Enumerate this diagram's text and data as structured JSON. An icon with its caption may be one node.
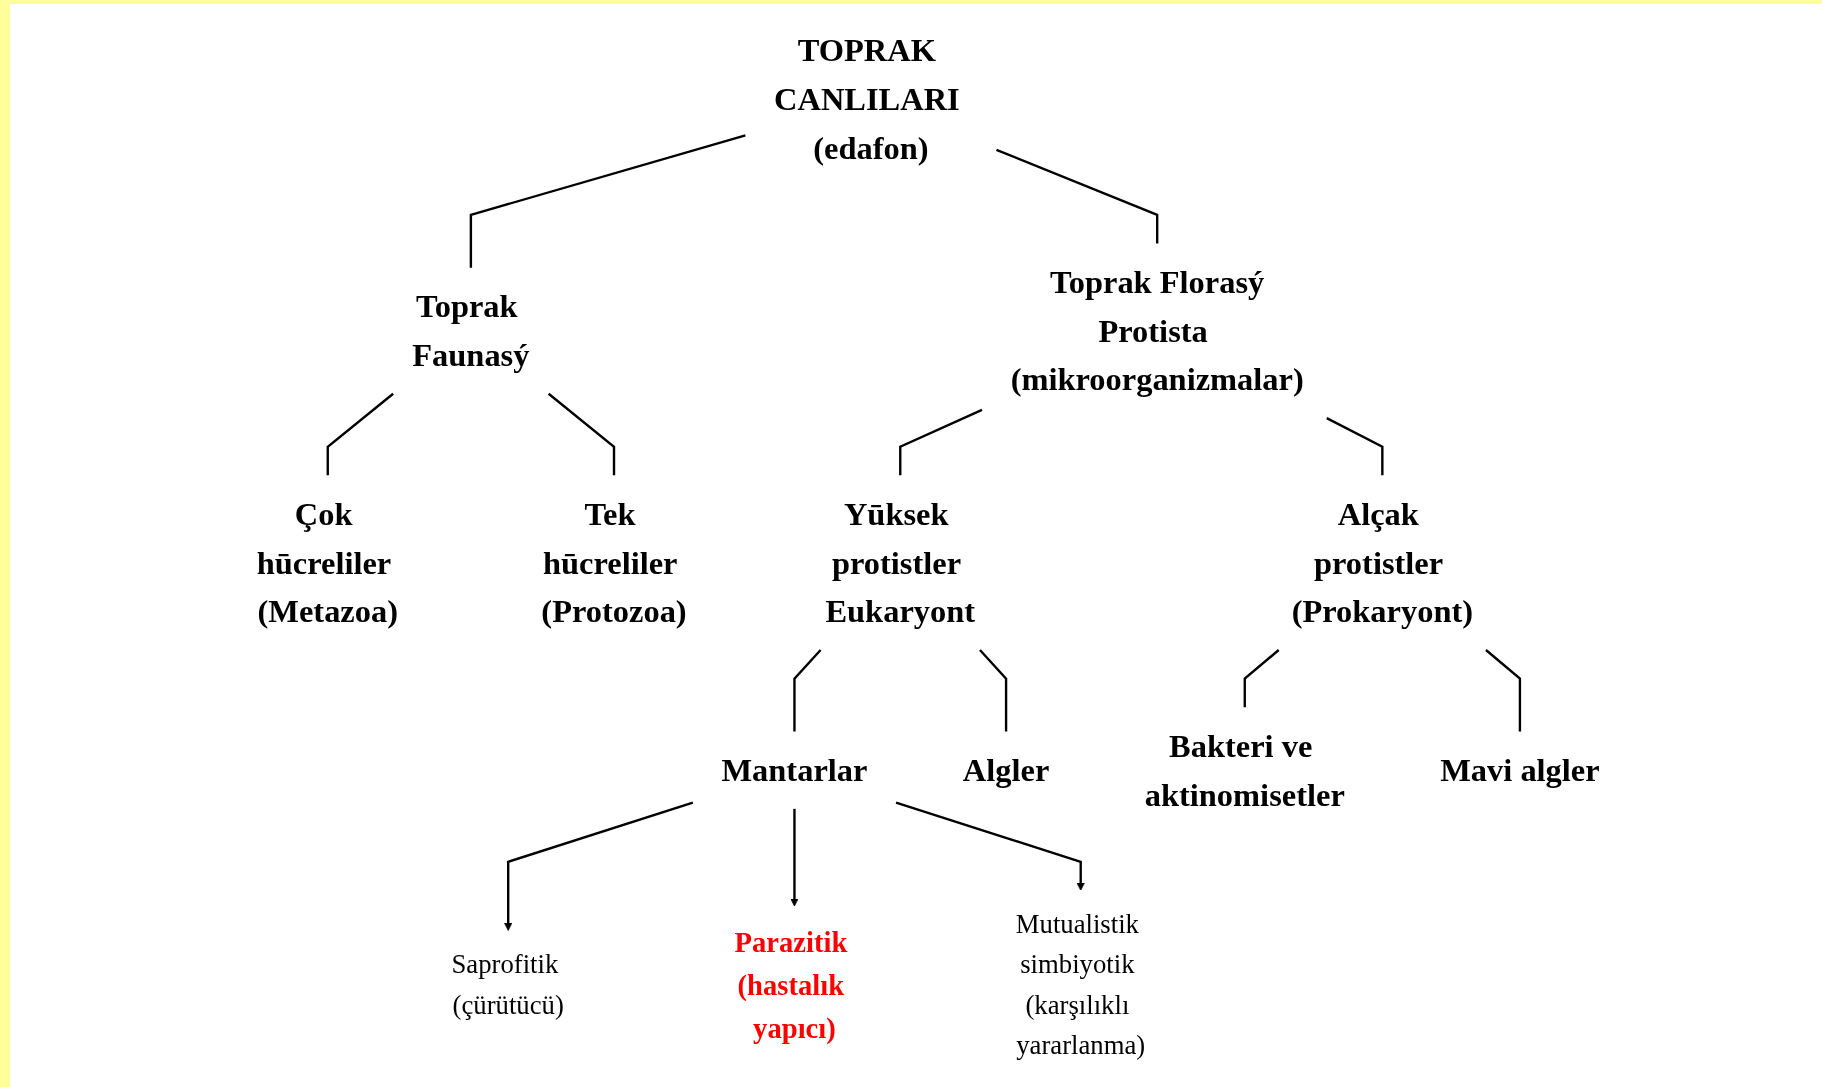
{
  "diagram": {
    "nodes": [
      {
        "text": [
          "TOPRAK CANLILARI (edafon)"
        ]
      },
      {
        "text": [
          "Toprak Faunasý"
        ]
      },
      {
        "text": [
          "Toprak Florasý",
          "Protista (mikroorganizmalar)"
        ]
      },
      {
        "text": [
          "Çok hūcreliler (Metazoa)"
        ]
      },
      {
        "text": [
          "Tek hūcreliler (Protozoa)"
        ]
      },
      {
        "text": [
          "Yūksek protistler Eukaryont"
        ]
      },
      {
        "text": [
          "Alçak protistler (Prokaryont)"
        ]
      },
      {
        "text": [
          "Mantarlar"
        ]
      },
      {
        "text": [
          "Algler"
        ]
      },
      {
        "text": [
          "Bakteri ve aktinomisetler"
        ]
      },
      {
        "text": [
          "Mavi algler"
        ]
      },
      {
        "text": [
          "Saprofitik (çürütücü)"
        ]
      },
      {
        "text": [
          "Parazitik (hastalık yapıcı)"
        ]
      },
      {
        "text": [
          "Mutualistik simbiyotik (karşılıklı yararlanma)"
        ]
      }
    ],
    "edges": [
      {
        "from": 0,
        "to": 1,
        "arrow": "none"
      },
      {
        "from": 0,
        "to": 2,
        "arrow": "none"
      },
      {
        "from": 1,
        "to": 3,
        "arrow": "none"
      },
      {
        "from": 1,
        "to": 4,
        "arrow": "none"
      },
      {
        "from": 2,
        "to": 5,
        "arrow": "none"
      },
      {
        "from": 2,
        "to": 6,
        "arrow": "none"
      },
      {
        "from": 5,
        "to": 7,
        "arrow": "none"
      },
      {
        "from": 5,
        "to": 8,
        "arrow": "none"
      },
      {
        "from": 6,
        "to": 9,
        "arrow": "none"
      },
      {
        "from": 6,
        "to": 10,
        "arrow": "none"
      },
      {
        "from": 7,
        "to": 11,
        "arrow": "to"
      },
      {
        "from": 7,
        "to": 12,
        "arrow": "to"
      },
      {
        "from": 7,
        "to": 13,
        "arrow": "to"
      }
    ]
  }
}
